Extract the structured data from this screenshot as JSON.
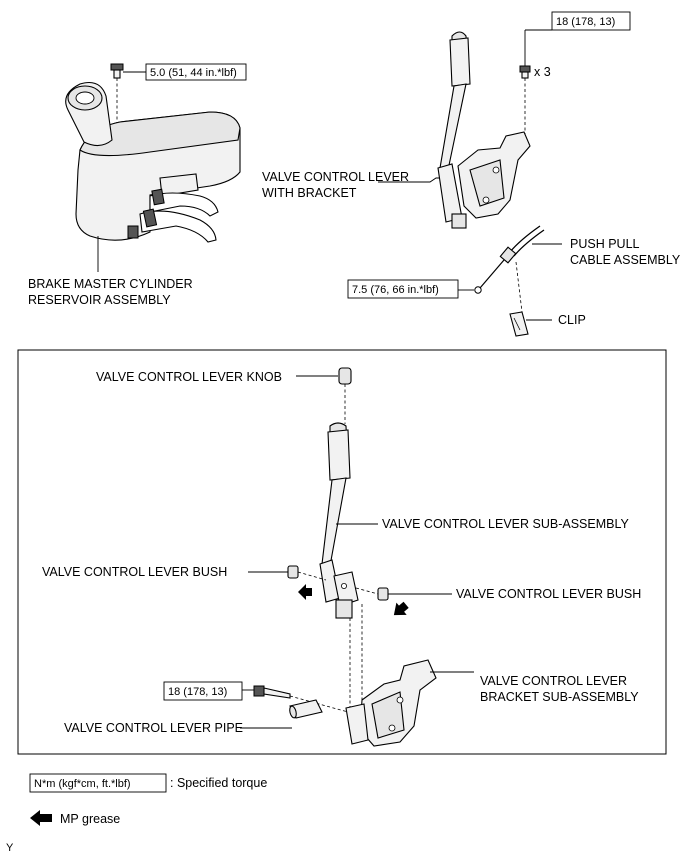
{
  "labels": {
    "reservoir_l1": "BRAKE MASTER CYLINDER",
    "reservoir_l2": "RESERVOIR ASSEMBLY",
    "lever_bracket_l1": "VALVE CONTROL LEVER",
    "lever_bracket_l2": "WITH BRACKET",
    "cable_l1": "PUSH PULL",
    "cable_l2": "CABLE ASSEMBLY",
    "clip": "CLIP",
    "knob": "VALVE CONTROL LEVER KNOB",
    "lever_sub": "VALVE CONTROL LEVER SUB-ASSEMBLY",
    "bush_left": "VALVE CONTROL LEVER BUSH",
    "bush_right": "VALVE CONTROL LEVER BUSH",
    "bracket_sub_l1": "VALVE CONTROL LEVER",
    "bracket_sub_l2": "BRACKET SUB-ASSEMBLY",
    "pipe": "VALVE CONTROL LEVER PIPE"
  },
  "torques": {
    "reservoir_bolt": "5.0 (51, 44 in.*lbf)",
    "bracket_bolts": "18 (178, 13)",
    "bracket_bolts_qty": "x 3",
    "cable_nut": "7.5 (76, 66 in.*lbf)",
    "pipe_bolt": "18 (178, 13)"
  },
  "legend": {
    "torque_box": "N*m (kgf*cm, ft.*lbf)",
    "torque_desc": ": Specified torque",
    "grease_desc": "MP grease"
  },
  "corner_mark": "Y"
}
